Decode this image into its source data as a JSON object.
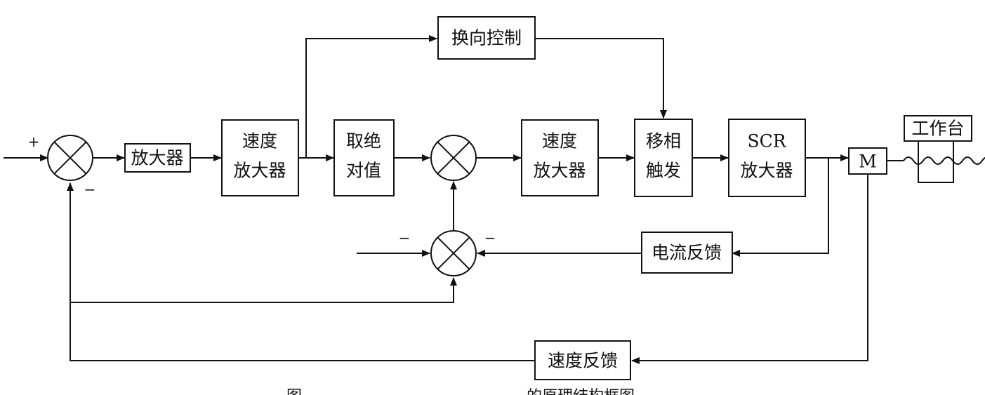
{
  "colors": {
    "ink": "#111111",
    "background": "#ffffff"
  },
  "blocks": {
    "amplifier": "放大器",
    "speed_amp_1": {
      "line1": "速度",
      "line2": "放大器"
    },
    "absolute_value": {
      "line1": "取绝",
      "line2": "对值"
    },
    "reversing_control": "换向控制",
    "speed_amp_2": {
      "line1": "速度",
      "line2": "放大器"
    },
    "phase_shift_trigger": {
      "line1": "移相",
      "line2": "触发"
    },
    "scr_amplifier": {
      "line1": "SCR",
      "line2": "放大器"
    },
    "motor": "M",
    "worktable": "工作台",
    "current_feedback": "电流反馈",
    "speed_feedback": "速度反馈"
  },
  "signs": {
    "input_plus": "+",
    "main_minus": "−",
    "lower_left_minus": "−",
    "lower_right_minus": "−"
  },
  "caption": {
    "prefix": "图",
    "suffix": "的原理结构框图"
  }
}
